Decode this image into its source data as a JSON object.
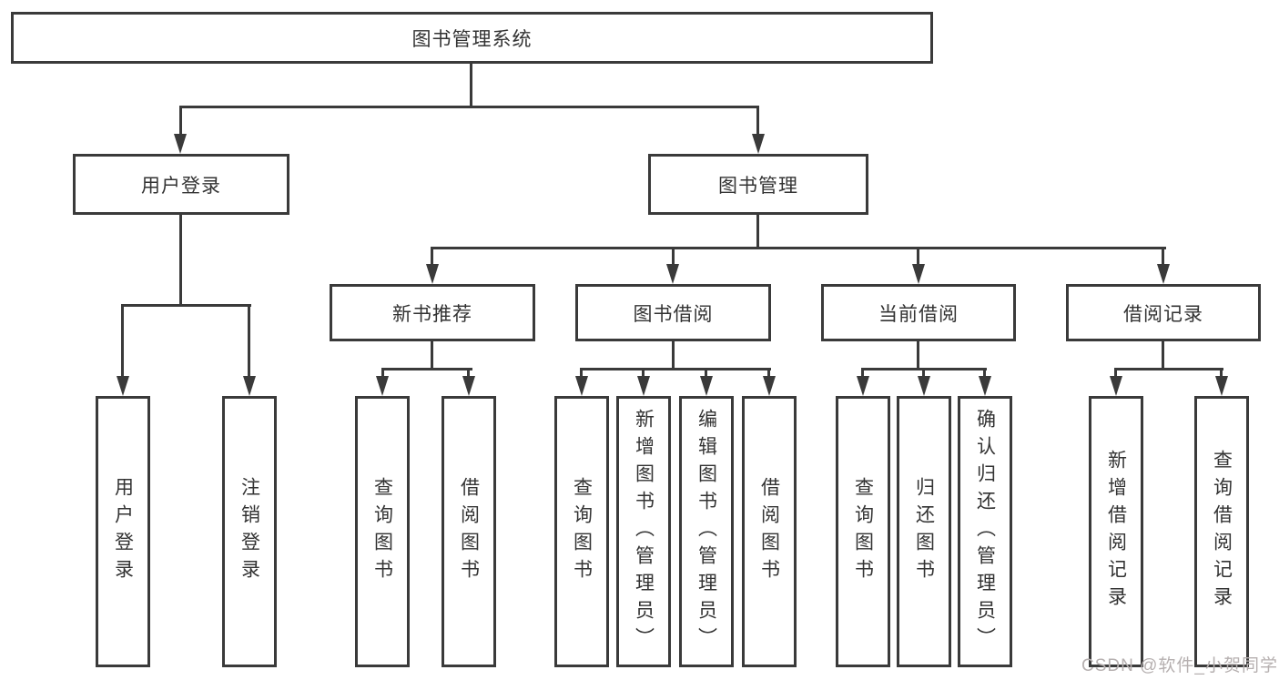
{
  "root": {
    "label": "图书管理系统"
  },
  "level2": {
    "user_login": {
      "label": "用户登录"
    },
    "book_mgmt": {
      "label": "图书管理"
    }
  },
  "level3": {
    "new_books": {
      "label": "新书推荐"
    },
    "book_borrow": {
      "label": "图书借阅"
    },
    "current_borrow": {
      "label": "当前借阅"
    },
    "borrow_records": {
      "label": "借阅记录"
    }
  },
  "leaves": {
    "user_login": [
      "用户登录",
      "注销登录"
    ],
    "new_books": [
      "查询图书",
      "借阅图书"
    ],
    "book_borrow": [
      "查询图书",
      "新增图书（管理员）",
      "编辑图书（管理员）",
      "借阅图书"
    ],
    "current_borrow": [
      "查询图书",
      "归还图书",
      "确认归还（管理员）"
    ],
    "borrow_records": [
      "新增借阅记录",
      "查询借阅记录"
    ]
  },
  "watermark": "CSDN @软件_小贺同学",
  "colors": {
    "line": "#3a3a3a",
    "text": "#333333",
    "watermark": "#b6b0b0",
    "background": "#ffffff"
  }
}
